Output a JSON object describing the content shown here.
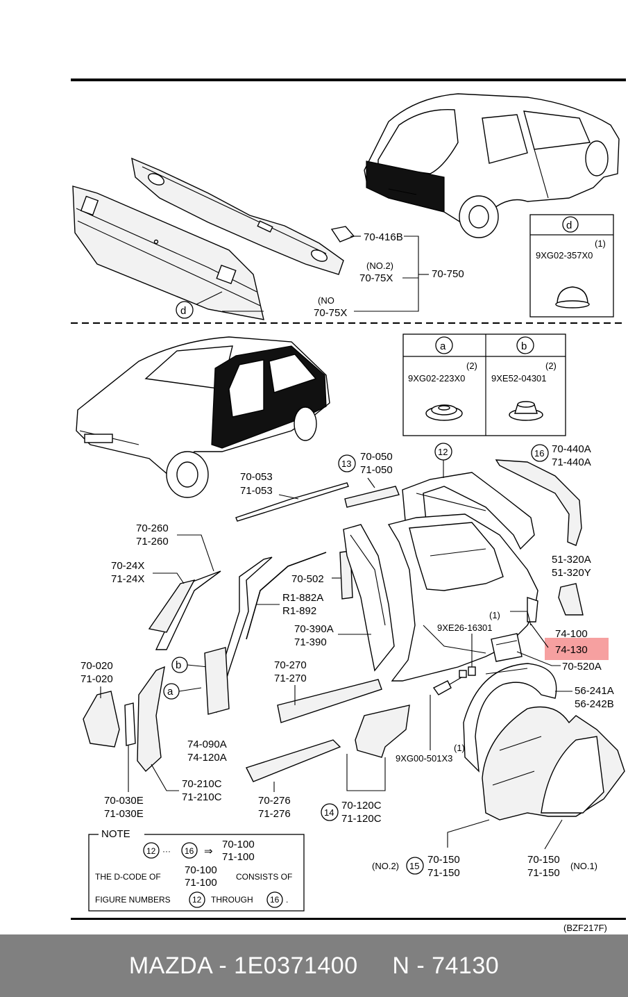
{
  "callouts": {
    "c1_a": "70-416B",
    "c1_b": "(NO.2)",
    "c1_c": "70-75X",
    "c1_d": "70-750",
    "c1_e": "(NO",
    "c1_f": "70-75X",
    "c2_a": "70-050",
    "c2_b": "71-050",
    "c3_a": "70-053",
    "c3_b": "71-053",
    "c4_a": "70-440A",
    "c4_b": "71-440A",
    "c5_a": "70-260",
    "c5_b": "71-260",
    "c6_a": "70-24X",
    "c6_b": "71-24X",
    "c7_a": "70-502",
    "c8_a": "R1-882A",
    "c8_b": "R1-892",
    "c9_a": "70-390A",
    "c9_b": "71-390",
    "c10_a": "51-320A",
    "c10_b": "51-320Y",
    "c11_a": "9XE26-16301",
    "c11_b": "(1)",
    "c12_a": "74-100",
    "c12_b": "74-130",
    "c13_a": "70-520A",
    "c14_a": "70-020",
    "c14_b": "71-020",
    "c15_a": "70-270",
    "c15_b": "71-270",
    "c16_a": "56-241A",
    "c16_b": "56-242B",
    "c17_a": "74-090A",
    "c17_b": "74-120A",
    "c18_a": "(1)",
    "c18_b": "9XG00-501X3",
    "c19_a": "70-030E",
    "c19_b": "71-030E",
    "c20_a": "70-210C",
    "c20_b": "71-210C",
    "c21_a": "70-276",
    "c21_b": "71-276",
    "c22_a": "70-120C",
    "c22_b": "71-120C",
    "c23_a": "(NO.2)",
    "c23_b": "70-150",
    "c23_c": "71-150",
    "c24_a": "70-150",
    "c24_b": "71-150",
    "c24_c": "(NO.1)"
  },
  "circled": {
    "d": "d",
    "a": "a",
    "b": "b",
    "n12": "12",
    "n13": "13",
    "n14": "14",
    "n15": "15",
    "n16": "16"
  },
  "box_d": {
    "letter": "d",
    "qty": "(1)",
    "part": "9XG02-357X0"
  },
  "box_a": {
    "letter": "a",
    "qty": "(2)",
    "part": "9XG02-223X0"
  },
  "box_b": {
    "letter": "b",
    "qty": "(2)",
    "part": "9XE52-04301"
  },
  "note": {
    "title": "NOTE",
    "from": "12",
    "dots": "···",
    "to": "16",
    "arrow": "⇒",
    "code1": "70-100",
    "code2": "71-100",
    "line2_a": "THE D-CODE OF",
    "line2_b": "70-100",
    "line2_c": "71-100",
    "line2_d": "CONSISTS OF",
    "line3_a": "FIGURE NUMBERS",
    "line3_b": "12",
    "line3_c": "THROUGH",
    "line3_d": "16",
    "line3_e": "."
  },
  "figure_code": "(BZF217F)",
  "highlight_color": "#f6a0a0",
  "footer": {
    "text": "MAZDA - 1E0371400     N - 74130",
    "background": "#808080"
  }
}
